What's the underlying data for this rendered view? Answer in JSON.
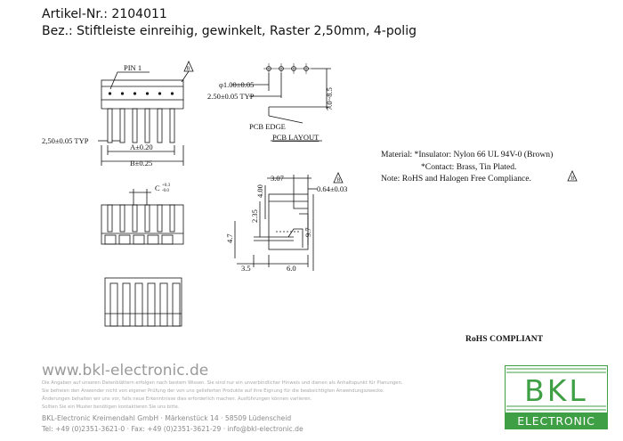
{
  "header": {
    "article_line": "Artikel-Nr.: 2104011",
    "description_line": "Bez.: Stiftleiste einreihig, gewinkelt, Raster 2,50mm, 4-polig"
  },
  "drawing": {
    "pin1_label": "PIN 1",
    "rev_mark": "B",
    "pitch_typ": "2,50±0.05 TYP",
    "dim_a": "A±0.20",
    "dim_b": "B±0.25",
    "dim_c": "C",
    "dim_c_tol_plus": "+0.3",
    "dim_c_tol_zero": "-0.0",
    "hole_dia": "φ1.00±0.05",
    "pcb_pitch_typ": "2.50±0.05 TYP",
    "pcb_height": "7.0~8.5",
    "pcb_edge": "PCB EDGE",
    "pcb_layout": "PCB LAYOUT",
    "side_w1": "3.07",
    "side_h1": "4.00",
    "side_pin": "0.64±0.03",
    "side_h2": "2.35",
    "side_h3": "4.7",
    "side_h4": "9.7",
    "side_w2": "3.5",
    "side_w3": "6.0"
  },
  "specs": {
    "material": "Material: *Insulator: Nylon 66 UL 94V-0 (Brown)",
    "contact": "*Contact: Brass, Tin Plated.",
    "note": "Note: RoHS and Halogen Free Compliance.",
    "rohs": "RoHS COMPLIANT"
  },
  "footer": {
    "url": "www.bkl-electronic.de",
    "disclaimer_1": "Die Angaben auf unseren Datenblättern erfolgen nach bestem Wissen. Sie sind nur ein unverbindlicher Hinweis und dienen als Anhaltspunkt für Planungen.",
    "disclaimer_2": "Sie befreien den Anwender nicht von eigener Prüfung der von uns gelieferten Produkte auf ihre Eignung für die beabsichtigten Anwendungszwecke.",
    "disclaimer_3": "Änderungen behalten wir uns vor, falls neue Erkenntnisse dies erforderlich machen. Ausführungen können variieren.",
    "disclaimer_4": "Sollten Sie ein Muster benötigen kontaktieren Sie uns bitte.",
    "address": "BKL-Electronic Kreimendahl GmbH · Märkenstück 14 · 58509 Lüdenscheid",
    "contact": "Tel: +49 (0)2351-3621-0 · Fax: +49 (0)2351-3621-29 · info@bkl-electronic.de"
  },
  "logo": {
    "brand": "BKL",
    "sub": "ELECTRONIC",
    "color": "#3f9f45"
  }
}
